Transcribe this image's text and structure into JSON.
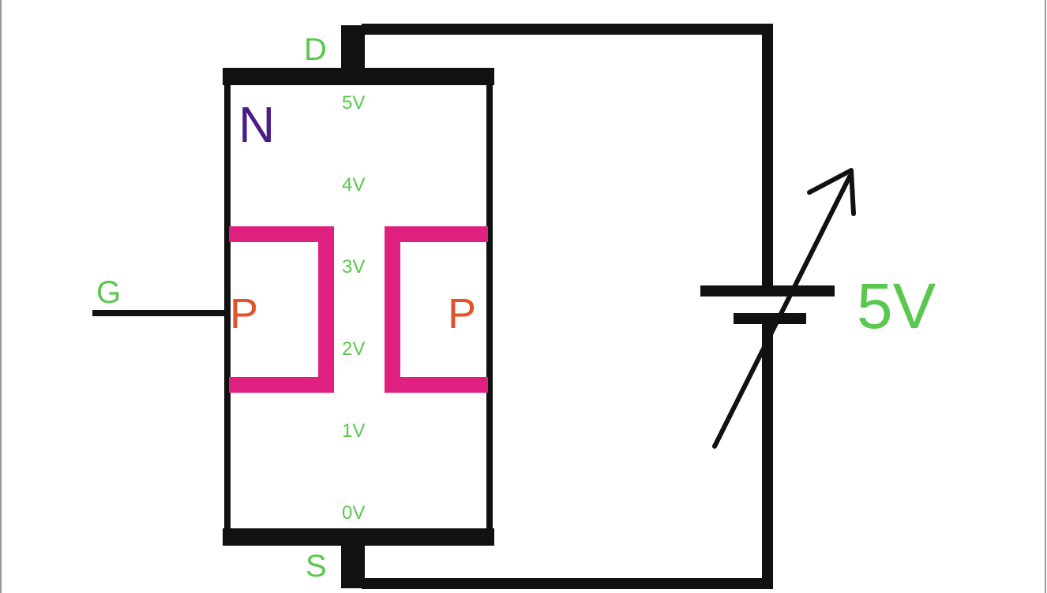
{
  "terminals": {
    "drain": "D",
    "source": "S",
    "gate": "G"
  },
  "regions": {
    "channel": "N",
    "gate_left": "P",
    "gate_right": "P"
  },
  "voltage_scale": [
    "5V",
    "4V",
    "3V",
    "2V",
    "1V",
    "0V"
  ],
  "supply": {
    "label": "5V",
    "variable": true
  },
  "colors": {
    "wire": "#111111",
    "terminal_label": "#5ac84e",
    "scale_label": "#5ac84e",
    "channel_label": "#4a1d8a",
    "p_label": "#e0532b",
    "p_region": "#e0207e",
    "supply_label": "#5ac84e",
    "background": "#ffffff"
  }
}
